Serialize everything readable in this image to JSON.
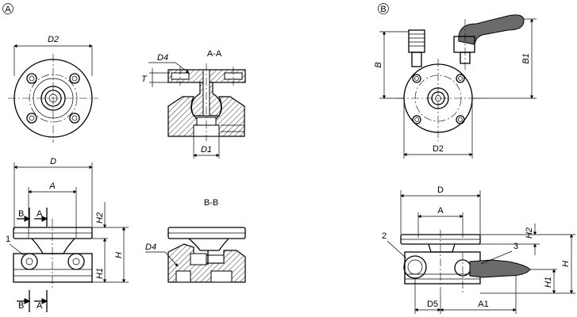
{
  "figure_a": {
    "badge": "A",
    "top_view": {
      "d2_label": "D2"
    },
    "section_aa": {
      "title": "A-A",
      "d4_label": "D4",
      "t_label": "T",
      "d1_label": "D1"
    },
    "front_view": {
      "d_label": "D",
      "a_label": "A",
      "h2_label": "H2",
      "h_label": "H",
      "h1_label": "H1",
      "b_top": "B",
      "a_top": "A",
      "b_bottom": "B",
      "a_bottom": "A",
      "callout_1": "1"
    },
    "section_bb": {
      "title": "B-B",
      "d4_label": "D4"
    }
  },
  "figure_b": {
    "badge": "B",
    "top_view": {
      "b_label": "B",
      "b1_label": "B1",
      "d2_label": "D2"
    },
    "front_view": {
      "d_label": "D",
      "a_label": "A",
      "h2_label": "H2",
      "h_label": "H",
      "h1_label": "H1",
      "d5_label": "D5",
      "a1_label": "A1",
      "callout_2": "2",
      "callout_3": "3"
    }
  }
}
